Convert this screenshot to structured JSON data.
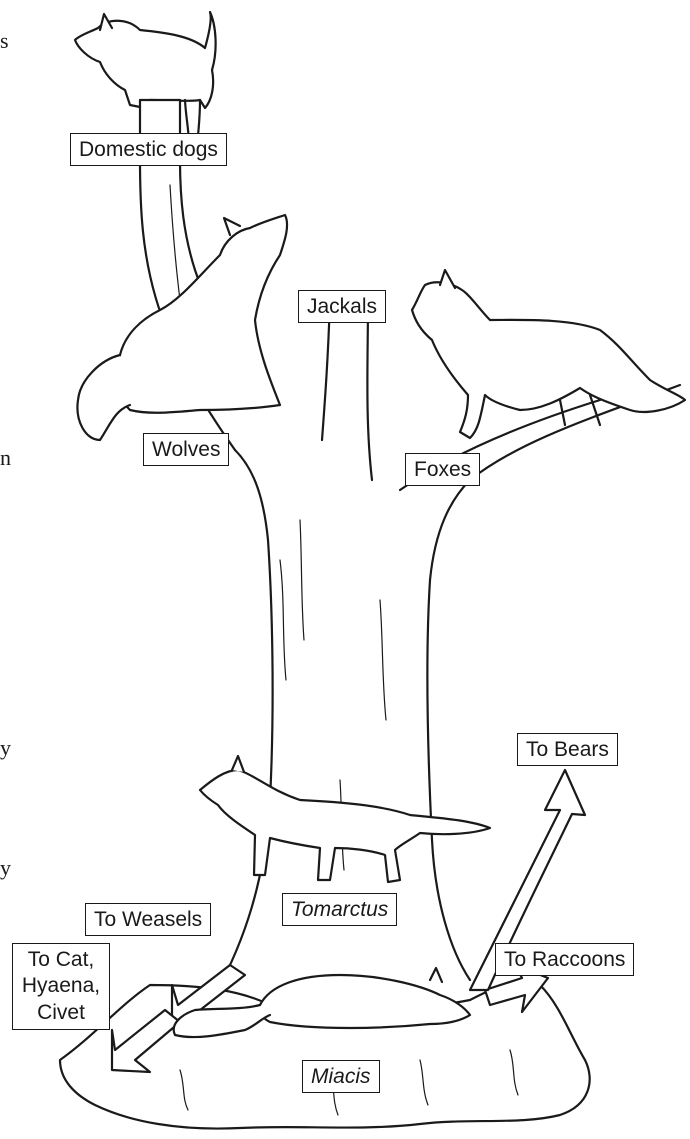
{
  "diagram": {
    "labels": {
      "domestic_dogs": "Domestic dogs",
      "jackals": "Jackals",
      "wolves": "Wolves",
      "foxes": "Foxes",
      "to_bears": "To Bears",
      "tomarctus": "Tomarctus",
      "to_weasels": "To Weasels",
      "to_cat_line1": "To Cat,",
      "to_cat_line2": "Hyaena,",
      "to_cat_line3": "Civet",
      "to_raccoons": "To Raccoons",
      "miacis": "Miacis"
    },
    "margin_glyphs": [
      "s",
      "n",
      "y",
      "y"
    ],
    "animals": [
      "domestic-dog",
      "wolf",
      "fox",
      "tomarctus",
      "miacis"
    ],
    "colors": {
      "ink": "#1a1a1a",
      "paper": "#ffffff"
    }
  }
}
